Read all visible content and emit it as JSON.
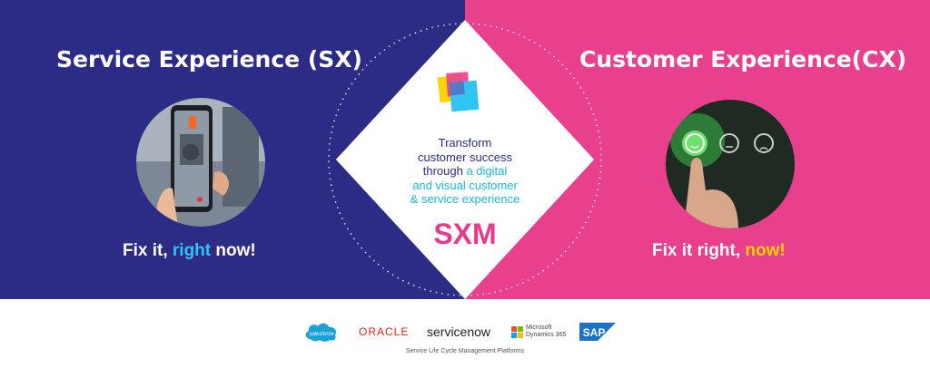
{
  "sx": {
    "title": "Service Experience (SX)",
    "tagline_a": "Fix it, ",
    "tagline_b": "right",
    "tagline_c": " now!"
  },
  "cx": {
    "title": "Customer Experience(CX)",
    "tagline_a": "Fix it right, ",
    "tagline_b": "now!"
  },
  "center": {
    "line1": "Transform",
    "line2": "customer success",
    "line3a": "through ",
    "line3b": "a digital",
    "line4": "and visual customer",
    "line5": "& service experience",
    "brand": "SXM"
  },
  "logos": {
    "salesforce": "salesforce",
    "oracle": "ORACLE",
    "servicenow": "servicenow",
    "microsoft_line1": "Microsoft",
    "microsoft_line2": "Dynamics 365",
    "sap": "SAP"
  },
  "footer_caption": "Service Life Cycle Management Platforms",
  "colors": {
    "navy": "#2c2c86",
    "pink": "#e9408d",
    "cyan": "#30c4f1",
    "yellow": "#ffd400"
  }
}
